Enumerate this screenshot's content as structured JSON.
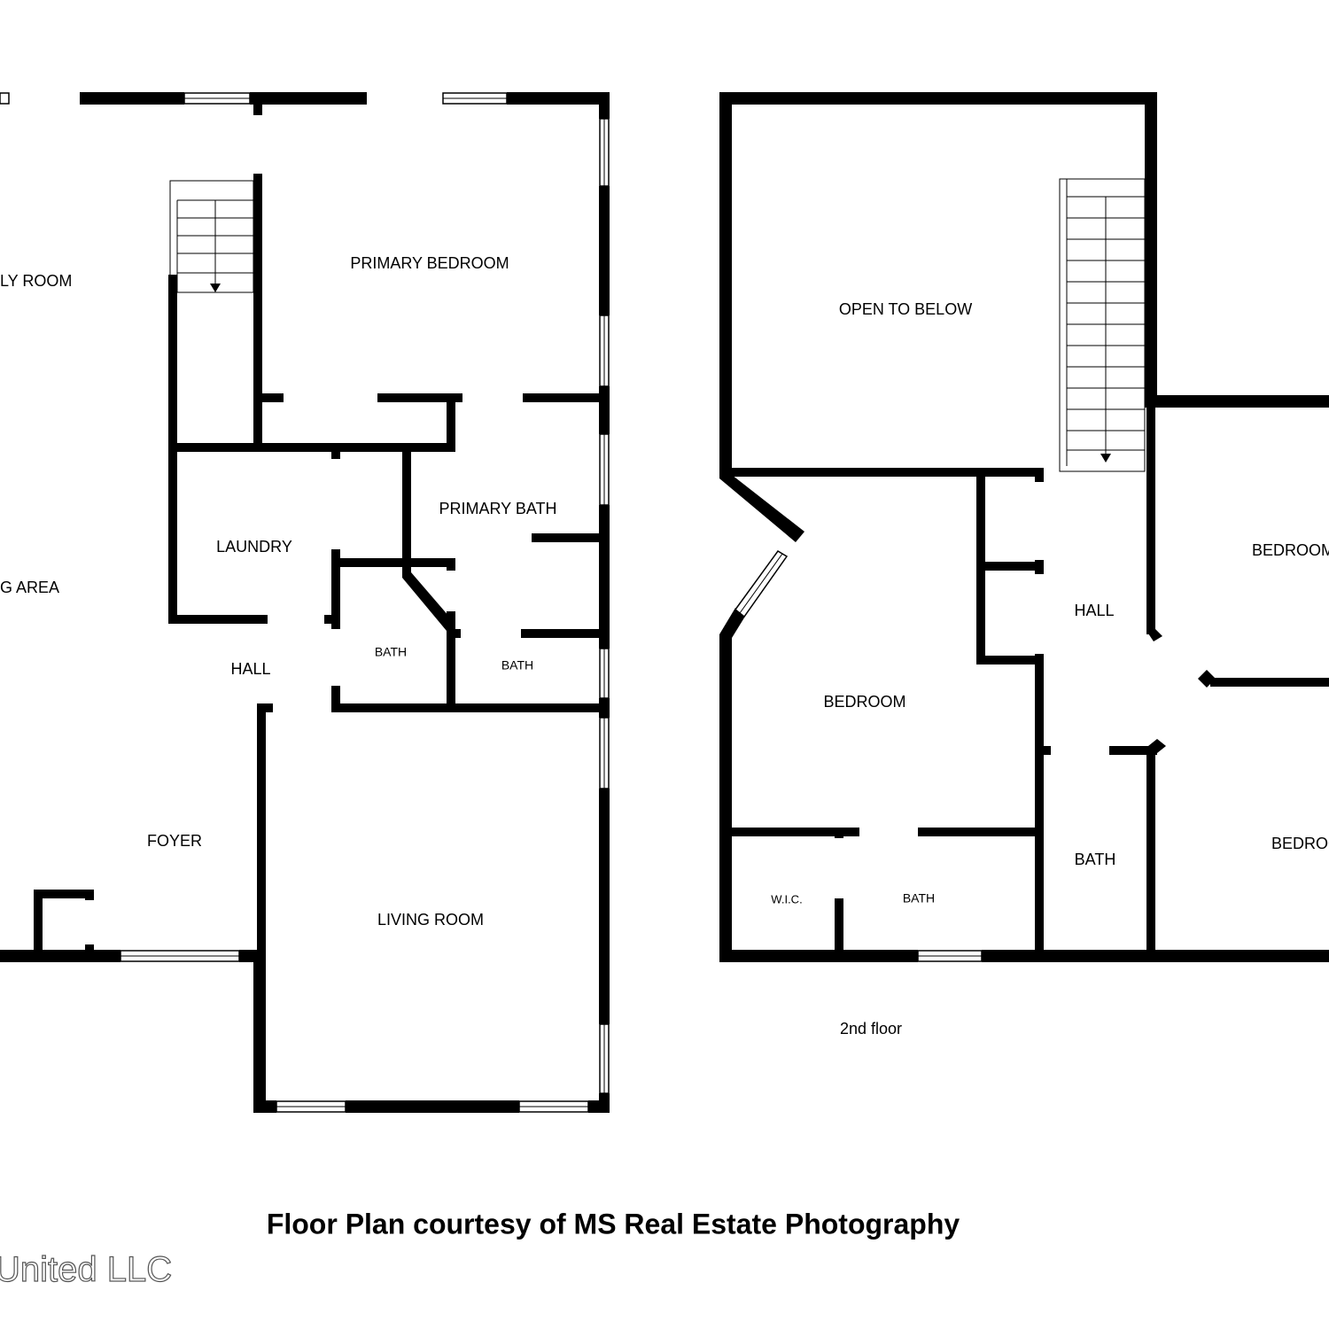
{
  "first_floor": {
    "rooms": {
      "family_room": "LY ROOM",
      "dining_area": "G AREA",
      "primary_bedroom": "PRIMARY BEDROOM",
      "primary_bath": "PRIMARY BATH",
      "laundry": "LAUNDRY",
      "hall": "HALL",
      "bath_small_left": "BATH",
      "bath_small_right": "BATH",
      "foyer": "FOYER",
      "living_room": "LIVING ROOM"
    }
  },
  "second_floor": {
    "caption": "2nd floor",
    "rooms": {
      "open_to_below": "OPEN TO BELOW",
      "bedroom_left": "BEDROOM",
      "hall": "HALL",
      "bedroom_right_top": "BEDROOM",
      "bedroom_right_bottom": "BEDROO",
      "wic": "W.I.C.",
      "bath_left": "BATH",
      "bath_center": "BATH"
    }
  },
  "credit": "Floor Plan courtesy of MS Real Estate Photography",
  "watermark": "United LLC"
}
